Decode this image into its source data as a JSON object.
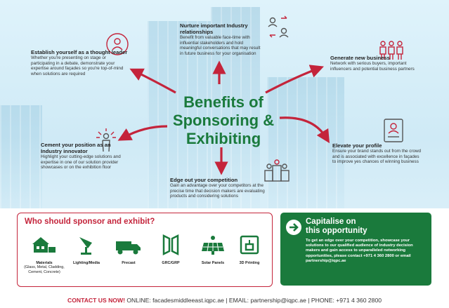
{
  "title": "Benefits of Sponsoring & Exhibiting",
  "benefits": {
    "thought_leader": {
      "title": "Establish yourself as a thought leader",
      "text": "Whether you're presenting on stage or participating in a debate, demonstrate your expertise around façades so you're top-of-mind when solutions are required"
    },
    "relationships": {
      "title": "Nurture important Industry relationships",
      "text": "Benefit from valuable face-time with influential stakeholders and hold meaningful conversations that may result in future business for your organisation"
    },
    "new_business": {
      "title": "Generate new business",
      "text": "Network with serious buyers, important influencers and potential business partners"
    },
    "innovator": {
      "title": "Cement your position as an Industry innovator",
      "text": "Highlight your cutting-edge solutions and expertise in one of our solution provider showcases or on the exhibition floor"
    },
    "profile": {
      "title": "Elevate your profile",
      "text": "Ensure your brand stands out from the crowd and is associated with excellence in façades to improve yes chances of winning business"
    },
    "competition": {
      "title": "Edge out your competition",
      "text": "Gain an advantage over your competitors at the precise time that decision makers are evaluating products and considering solutions"
    }
  },
  "sponsor": {
    "heading": "Who should sponsor and exhibit?",
    "categories": [
      {
        "label": "Materials",
        "sub": "(Glass, Metal, Cladding, Cement, Concrete)",
        "icon": "materials-icon"
      },
      {
        "label": "Lighting/Media",
        "icon": "lighting-icon"
      },
      {
        "label": "Precast",
        "icon": "precast-truck-icon"
      },
      {
        "label": "GRC/GRP",
        "icon": "grc-icon"
      },
      {
        "label": "Solar Panels",
        "icon": "solar-panel-icon"
      },
      {
        "label": "3D Printing",
        "icon": "3d-printer-icon"
      }
    ]
  },
  "capitalise": {
    "title_line1": "Capitalise on",
    "title_line2": "this opportunity",
    "text": "To get an edge over your competition, showcase your solutions to our qualified audience of industry decision makers and gain access to unparalleled networking opportunities, please contact +971 4 360 2800 or email partnership@iqpc.ae"
  },
  "footer": {
    "contact_label": "CONTACT US NOW!",
    "online": "ONLINE: facadesmiddleeast.iqpc.ae",
    "email": "EMAIL: partnership@iqpc.ae",
    "phone": "PHONE: +971 4 360 2800",
    "separator": " | "
  },
  "colors": {
    "green": "#1a7a3c",
    "red": "#c4243b"
  }
}
